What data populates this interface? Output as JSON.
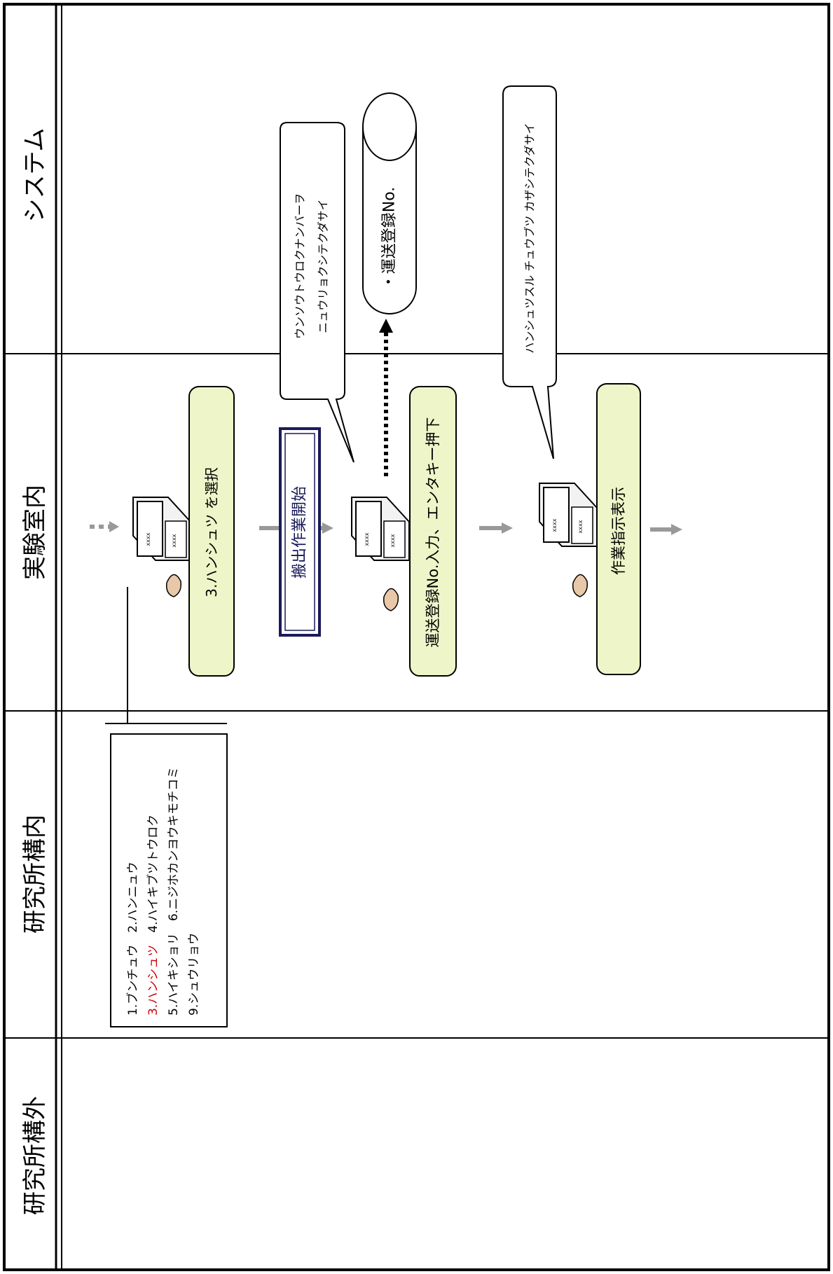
{
  "lanes": [
    {
      "label": "システム"
    },
    {
      "label": "実験室内"
    },
    {
      "label": "研究所構内"
    },
    {
      "label": "研究所構外"
    }
  ],
  "steps": {
    "select_action": {
      "label": "3.ハンシュツ を選択"
    },
    "start_work": {
      "label": "搬出作業開始"
    },
    "input_enter": {
      "label": "運送登録No.入力、エンタキー押下"
    },
    "show_instructions": {
      "label": "作業指示表示"
    }
  },
  "datastore": {
    "label": "・運送登録No."
  },
  "callouts": [
    {
      "lines": [
        "ウンソウトウロクナンバーヲ",
        "ニュウリョクシテクダサイ"
      ]
    },
    {
      "lines": [
        "ハンシュツスル チュウブツ カザシテクダサイ"
      ]
    }
  ],
  "menu": {
    "lines": [
      [
        {
          "text": "1.ブンチュウ　2.ハンニュウ",
          "highlight": false
        }
      ],
      [
        {
          "text": "3.ハンシュツ",
          "highlight": true
        },
        {
          "text": "　4.ハイキブツトウロク",
          "highlight": false
        }
      ],
      [
        {
          "text": "5.ハイキショリ　6.ニジホカンヨウキモチコミ",
          "highlight": false
        }
      ],
      [
        {
          "text": "9.シュウリョウ",
          "highlight": false
        }
      ]
    ]
  },
  "terminal_screen_text": "xxxx",
  "colors": {
    "step_fill": "#eef5c8",
    "highlight": "#cc0000",
    "arrow": "#999999",
    "line": "#000000",
    "button_border": "#1a1a5a"
  }
}
